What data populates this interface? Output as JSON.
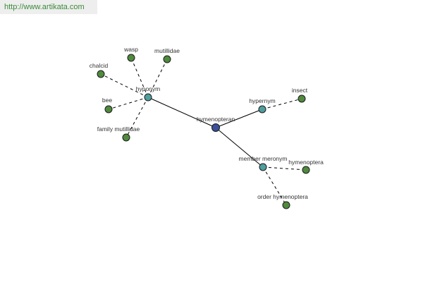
{
  "site_url": "http://www.artikata.com",
  "colors": {
    "center": "#3b4f9a",
    "relation": "#4f9e9e",
    "leaf": "#4f8a3d",
    "watermark_text": "#3a8a3a"
  },
  "graph": {
    "nodes": [
      {
        "id": "hymenopteran",
        "label": "hymenopteran",
        "kind": "center"
      },
      {
        "id": "hyponym",
        "label": "hyponym",
        "kind": "relation"
      },
      {
        "id": "hypernym",
        "label": "hypernym",
        "kind": "relation"
      },
      {
        "id": "member_meronym",
        "label": "member meronym",
        "kind": "relation"
      },
      {
        "id": "wasp",
        "label": "wasp",
        "kind": "leaf"
      },
      {
        "id": "mutillidae",
        "label": "mutillidae",
        "kind": "leaf"
      },
      {
        "id": "chalcid",
        "label": "chalcid",
        "kind": "leaf"
      },
      {
        "id": "bee",
        "label": "bee",
        "kind": "leaf"
      },
      {
        "id": "family_mutillidae",
        "label": "family mutillidae",
        "kind": "leaf"
      },
      {
        "id": "insect",
        "label": "insect",
        "kind": "leaf"
      },
      {
        "id": "hymenoptera",
        "label": "hymenoptera",
        "kind": "leaf"
      },
      {
        "id": "order_hymenoptera",
        "label": "order hymenoptera",
        "kind": "leaf"
      }
    ],
    "edges": [
      {
        "from": "hymenopteran",
        "to": "hyponym",
        "style": "solid"
      },
      {
        "from": "hymenopteran",
        "to": "hypernym",
        "style": "solid"
      },
      {
        "from": "hymenopteran",
        "to": "member_meronym",
        "style": "solid"
      },
      {
        "from": "hyponym",
        "to": "wasp",
        "style": "dashed"
      },
      {
        "from": "hyponym",
        "to": "mutillidae",
        "style": "dashed"
      },
      {
        "from": "hyponym",
        "to": "chalcid",
        "style": "dashed"
      },
      {
        "from": "hyponym",
        "to": "bee",
        "style": "dashed"
      },
      {
        "from": "hyponym",
        "to": "family_mutillidae",
        "style": "dashed"
      },
      {
        "from": "hypernym",
        "to": "insect",
        "style": "dashed"
      },
      {
        "from": "member_meronym",
        "to": "hymenoptera",
        "style": "dashed"
      },
      {
        "from": "member_meronym",
        "to": "order_hymenoptera",
        "style": "dashed"
      }
    ]
  }
}
